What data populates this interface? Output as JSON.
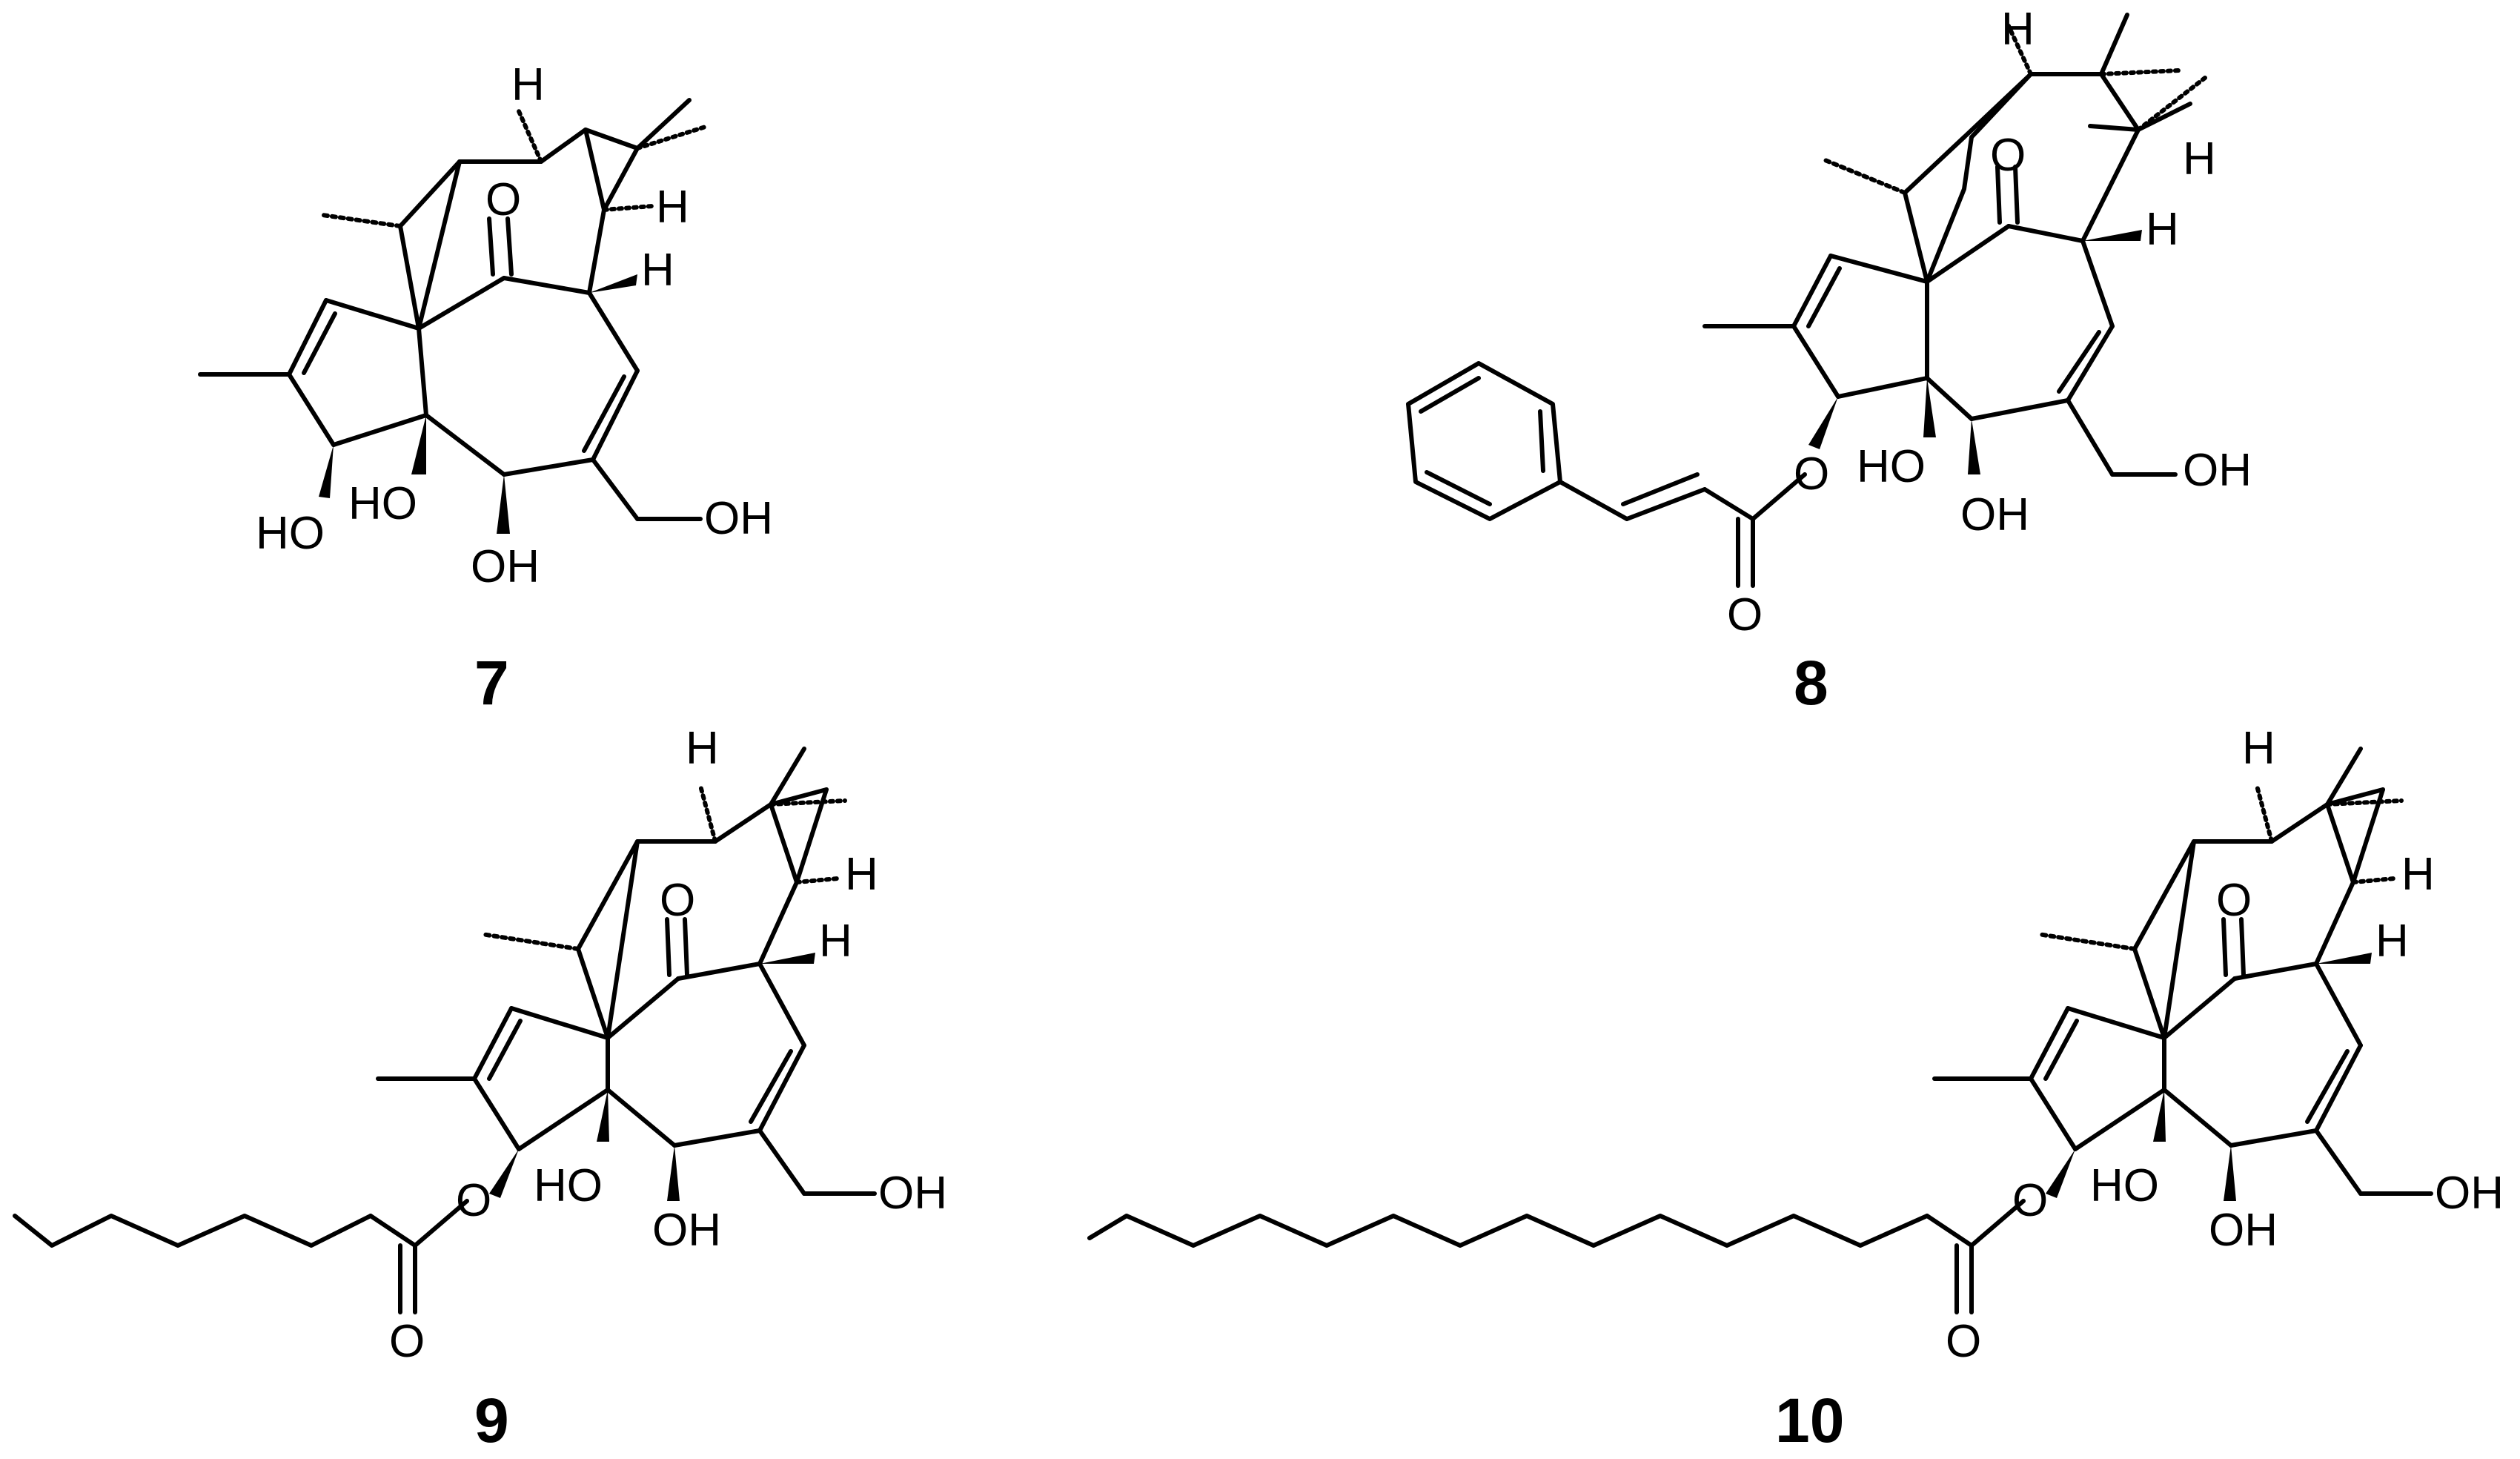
{
  "figure": {
    "compounds": [
      {
        "id": "7",
        "atom_labels": [
          "H",
          "H",
          "H",
          "O",
          "HO",
          "HO",
          "OH",
          "OH"
        ]
      },
      {
        "id": "8",
        "atom_labels": [
          "H",
          "H",
          "H",
          "O",
          "O",
          "O",
          "HO",
          "OH",
          "OH"
        ]
      },
      {
        "id": "9",
        "atom_labels": [
          "H",
          "H",
          "H",
          "O",
          "O",
          "O",
          "HO",
          "OH",
          "OH"
        ]
      },
      {
        "id": "10",
        "atom_labels": [
          "H",
          "H",
          "H",
          "O",
          "O",
          "O",
          "HO",
          "OH",
          "OH"
        ]
      }
    ]
  }
}
